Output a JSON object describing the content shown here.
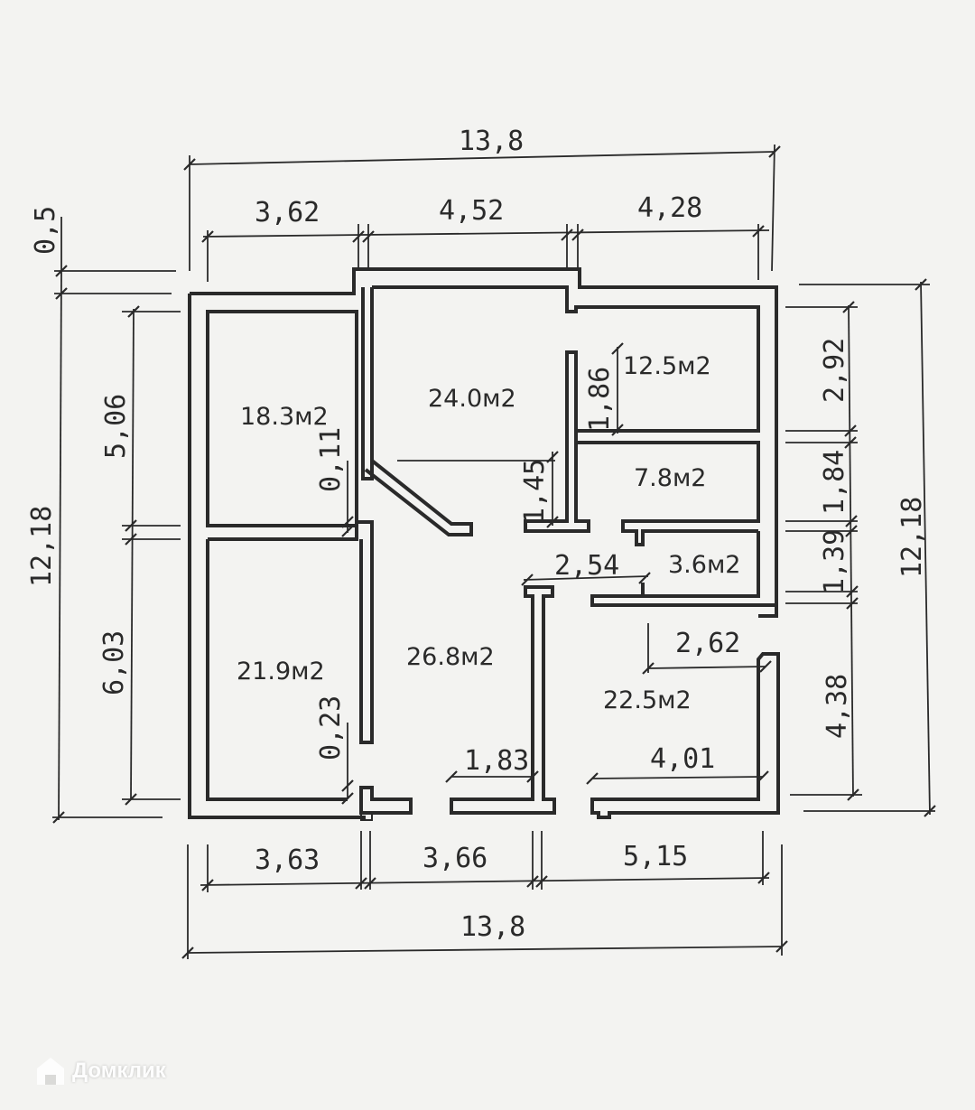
{
  "plan": {
    "dims_top": {
      "total": "13,8",
      "a": "3,62",
      "b": "4,52",
      "c": "4,28"
    },
    "dims_bottom": {
      "total": "13,8",
      "a": "3,63",
      "b": "3,66",
      "c": "5,15"
    },
    "dims_left": {
      "total": "12,18",
      "top_offset": "0,5",
      "upper": "5,06",
      "lower": "6,03"
    },
    "dims_right": {
      "total": "12,18",
      "a": "2,92",
      "b": "1,84",
      "c": "1,39",
      "d": "4,38"
    },
    "inner_dims": {
      "d_011": "0,11",
      "d_023": "0,23",
      "d_145": "1,45",
      "d_186": "1,86",
      "d_254": "2,54",
      "d_262": "2,62",
      "d_183": "1,83",
      "d_401": "4,01"
    },
    "rooms": {
      "r1": "18.3м2",
      "r2": "24.0м2",
      "r3": "12.5м2",
      "r4": "7.8м2",
      "r5": "3.6м2",
      "r6": "21.9м2",
      "r7": "26.8м2",
      "r8": "22.5м2"
    }
  },
  "watermark": {
    "text": "Домклик",
    "icon": "house-logo-icon"
  }
}
